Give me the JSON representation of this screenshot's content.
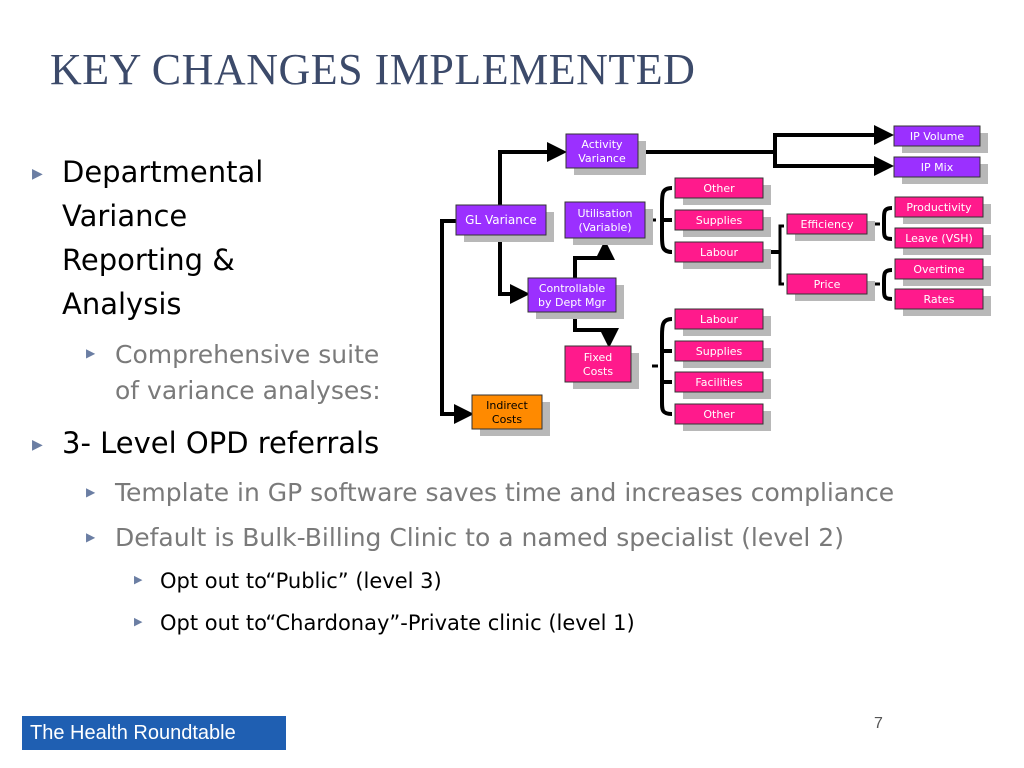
{
  "slide": {
    "title": "KEY CHANGES IMPLEMENTED",
    "page_number": "7",
    "logo_text": "The Health Roundtable"
  },
  "bullets": {
    "b1": "Departmental Variance Reporting & Analysis",
    "b1_line1": "Departmental",
    "b1_line2": "Variance",
    "b1_line3": "Reporting &",
    "b1_line4": "Analysis",
    "b1_sub_line1": "Comprehensive suite",
    "b1_sub_line2": "of variance analyses:",
    "b2": "3- Level OPD referrals",
    "b2_sub1": "Template in GP software saves time and increases compliance",
    "b2_sub2": "Default is Bulk-Billing Clinic to a named specialist  (level 2)",
    "b2_sub2_a": "Opt out to“Public”  (level 3)",
    "b2_sub2_b": "Opt out to“Chardonay”-Private clinic (level 1)"
  },
  "diagram": {
    "colors": {
      "purple": "#9b30ff",
      "magenta": "#ff1a8c",
      "orange": "#ff8a00",
      "shadow": "#b0b0b0",
      "connector": "#000000"
    },
    "nodes": {
      "gl_variance": "GL Variance",
      "activity_variance_1": "Activity",
      "activity_variance_2": "Variance",
      "utilisation_1": "Utilisation",
      "utilisation_2": "(Variable)",
      "controllable_1": "Controllable",
      "controllable_2": "by Dept Mgr",
      "fixed_costs_1": "Fixed",
      "fixed_costs_2": "Costs",
      "indirect_costs_1": "Indirect",
      "indirect_costs_2": "Costs",
      "ip_volume": "IP Volume",
      "ip_mix": "IP Mix",
      "other_top": "Other",
      "supplies_top": "Supplies",
      "labour_top": "Labour",
      "efficiency": "Efficiency",
      "price": "Price",
      "productivity": "Productivity",
      "leave_vsh": "Leave (VSH)",
      "overtime": "Overtime",
      "rates": "Rates",
      "labour_bottom": "Labour",
      "supplies_bottom": "Supplies",
      "facilities": "Facilities",
      "other_bottom": "Other"
    }
  }
}
